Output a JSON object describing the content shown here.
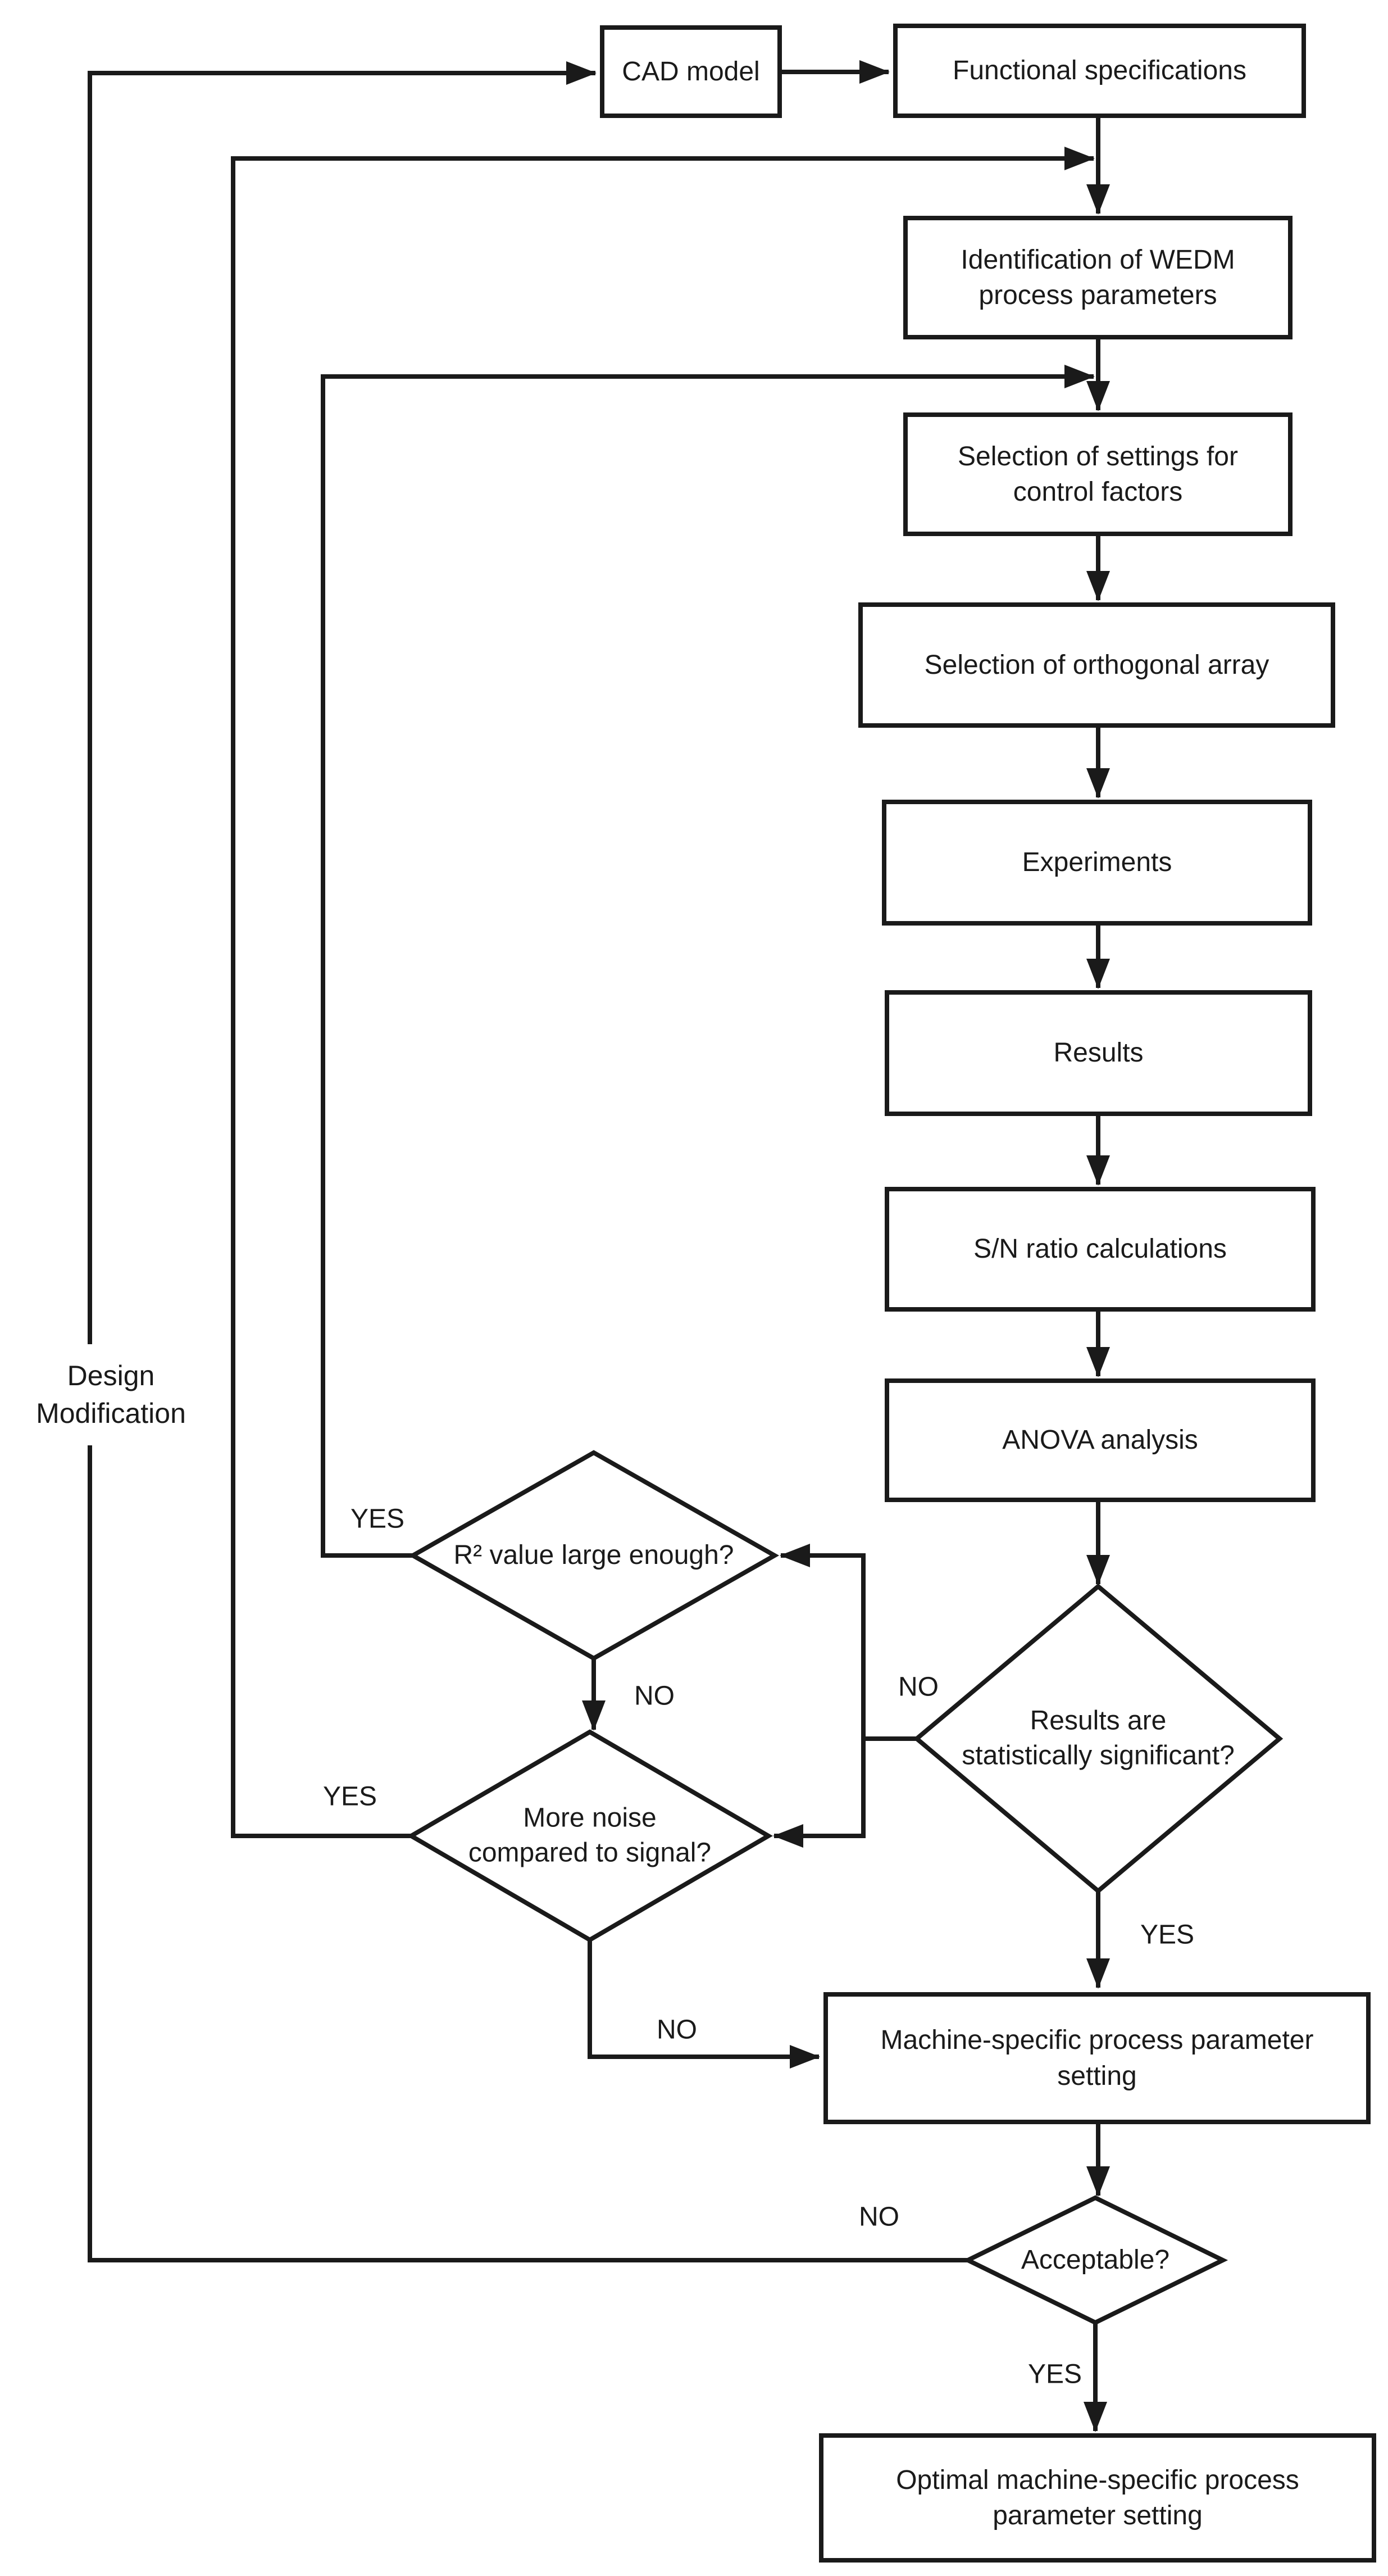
{
  "nodes": {
    "cad": {
      "lines": [
        "CAD model"
      ]
    },
    "functional": {
      "lines": [
        "Functional specifications"
      ]
    },
    "identification": {
      "lines": [
        "Identification of WEDM",
        "process parameters"
      ]
    },
    "settings": {
      "lines": [
        "Selection of settings for",
        "control factors"
      ]
    },
    "orthogonal": {
      "lines": [
        "Selection of orthogonal array"
      ]
    },
    "experiments": {
      "lines": [
        "Experiments"
      ]
    },
    "results": {
      "lines": [
        "Results"
      ]
    },
    "sn_ratio": {
      "lines": [
        "S/N ratio calculations"
      ]
    },
    "anova": {
      "lines": [
        "ANOVA analysis"
      ]
    },
    "machine_setting": {
      "lines": [
        "Machine-specific process parameter",
        "setting"
      ]
    },
    "optimal_setting": {
      "lines": [
        "Optimal machine-specific process",
        "parameter setting"
      ]
    }
  },
  "decisions": {
    "r2": {
      "lines": [
        "R² value large enough?"
      ]
    },
    "noise": {
      "lines": [
        "More noise",
        "compared to signal?"
      ]
    },
    "significant": {
      "lines": [
        "Results are",
        "statistically significant?"
      ]
    },
    "acceptable": {
      "lines": [
        "Acceptable?"
      ]
    }
  },
  "edge_labels": {
    "r2_yes": "YES",
    "r2_no": "NO",
    "noise_yes": "YES",
    "noise_no": "NO",
    "significant_yes": "YES",
    "significant_no": "NO",
    "acceptable_yes": "YES",
    "acceptable_no": "NO"
  },
  "side_label": {
    "lines": [
      "Design",
      "Modification"
    ]
  },
  "colors": {
    "line": "#1a1a1a",
    "background": "#ffffff"
  }
}
